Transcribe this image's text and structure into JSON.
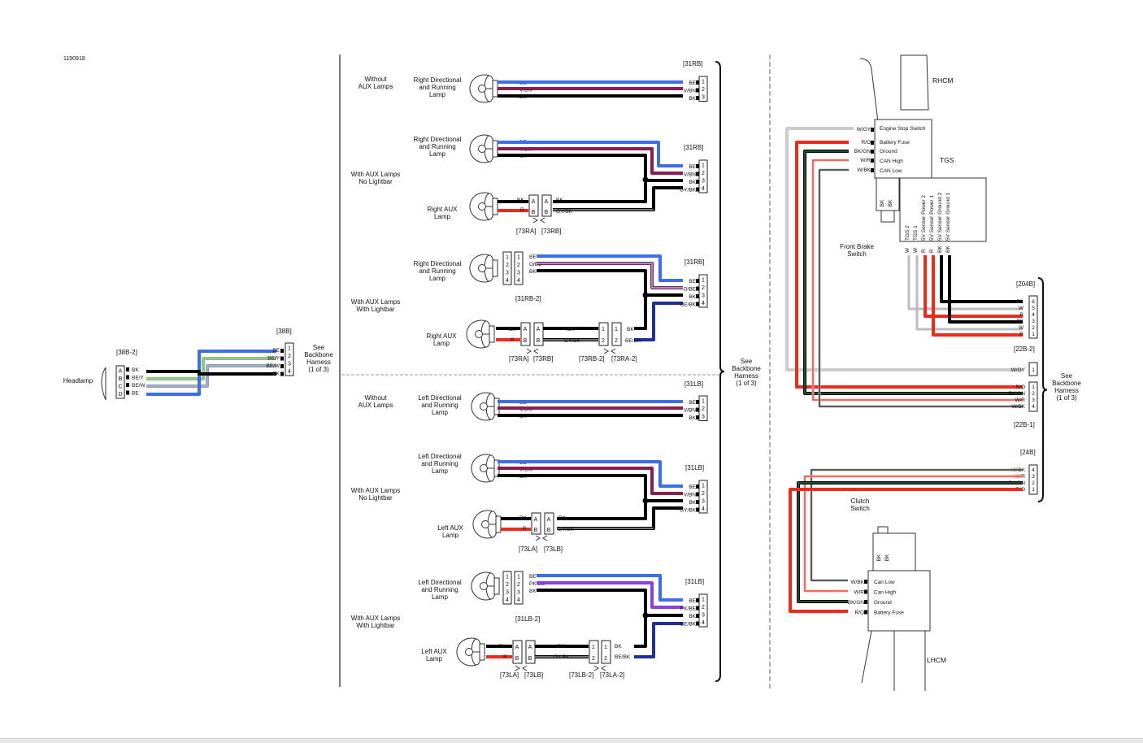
{
  "doc_id": "1190918",
  "left": {
    "headlamp_label": "Headlamp",
    "conn_38b2": "[38B-2]",
    "conn_38b": "[38B]",
    "pins_abcd": [
      "A",
      "B",
      "C",
      "D"
    ],
    "pins_1234": [
      "1",
      "2",
      "3",
      "4"
    ],
    "wires_left": [
      "BK",
      "BE/Y",
      "BE/W",
      "BE"
    ],
    "wires_right": [
      "BE",
      "BE/Y",
      "BE/W",
      "BK"
    ],
    "see_lines": [
      "See",
      "Backbone",
      "Harness",
      "(1 of 3)"
    ]
  },
  "middle": {
    "without_aux": [
      "Without",
      "AUX Lamps"
    ],
    "aux_no_lightbar": [
      "With AUX Lamps",
      "No Lightbar"
    ],
    "aux_with_lightbar": [
      "With AUX Lamps",
      "With Lightbar"
    ],
    "right_dir": [
      "Right Directional",
      "and Running",
      "Lamp"
    ],
    "left_dir": [
      "Left Directional",
      "and Running",
      "Lamp"
    ],
    "right_aux": [
      "Right AUX",
      "Lamp"
    ],
    "left_aux": [
      "Left AUX",
      "Lamp"
    ],
    "c31rb": "[31RB]",
    "c31lb": "[31LB]",
    "c31rb2": "[31RB-2]",
    "c31lb2": "[31LB-2]",
    "c73ra": "[73RA]",
    "c73rb": "[73RB]",
    "c73ra2": "[73RA-2]",
    "c73rb2": "[73RB-2]",
    "c73la": "[73LA]",
    "c73lb": "[73LB]",
    "c73la2": "[73LA-2]",
    "c73lb2": "[73LB-2]",
    "w_be": "BE",
    "w_vbn": "V/BN",
    "w_bk": "BK",
    "w_r": "R",
    "w_gybk": "GY/BK",
    "w_obe": "O/BE",
    "w_bebk": "BE/BK",
    "w_pkbe": "PK/BE",
    "pin_a": "A",
    "pin_b": "B",
    "pins_1234": [
      "1",
      "2",
      "3",
      "4"
    ],
    "pins_12": [
      "1",
      "2"
    ],
    "see_lines": [
      "See",
      "Backbone",
      "Harness",
      "(1 of 3)"
    ]
  },
  "right": {
    "rhcm": "RHCM",
    "lhcm": "LHCM",
    "tgs": "TGS",
    "front_brake": [
      "Front Brake",
      "Switch"
    ],
    "clutch": [
      "Clutch",
      "Switch"
    ],
    "top_funcs": [
      "Engine Stop Switch",
      "Battery Fuse",
      "Ground",
      "CAN High",
      "CAN Low"
    ],
    "top_wires": [
      "W/GY",
      "R/O",
      "BK/GN",
      "W/R",
      "W/BK"
    ],
    "bk": "BK",
    "tgs_pins": [
      "TGS 2",
      "TGS 1",
      "5V Sensor Power 2",
      "5V Sensor Power 1",
      "5V Sensor Ground 2",
      "5V Sensor Ground 1"
    ],
    "tgs_colors": [
      "W",
      "W",
      "R",
      "R",
      "BK",
      "BK"
    ],
    "c204b": "[204B]",
    "c204b_wires": [
      "BK",
      "W",
      "R",
      "BK",
      "W",
      "R"
    ],
    "c204b_pins": [
      "6",
      "5",
      "4",
      "3",
      "2",
      "1"
    ],
    "c22b2": "[22B-2]",
    "c22b2_wire": "W/GY",
    "c22b2_pin": "1",
    "c22b1": "[22B-1]",
    "c22b1_wires": [
      "R/O",
      "BK/GN",
      "W/R",
      "W/BK"
    ],
    "c24b": "[24B]",
    "c24b_wires": [
      "W/BK",
      "W/R",
      "BK/GN",
      "R/O"
    ],
    "pins_1234": [
      "1",
      "2",
      "3",
      "4"
    ],
    "pins_4321": [
      "4",
      "3",
      "2",
      "1"
    ],
    "bot_funcs": [
      "Can Low",
      "Can High",
      "Ground",
      "Battery Fuse"
    ],
    "bot_wires": [
      "W/BK",
      "W/R",
      "BK/GN",
      "R/O"
    ],
    "see_lines": [
      "See",
      "Backbone",
      "Harness",
      "(1 of 3)"
    ]
  },
  "colors": {
    "blue": "#3a6fe8",
    "black": "#000000",
    "red": "#ee2a1a",
    "maroon": "#8a1e52",
    "purple": "#8a3fe0",
    "navy": "#1f2f9a",
    "green": "#1f6b3a",
    "lightgreen": "#8cc84b",
    "gray": "#9a9a9a",
    "lightblue": "#9ab8f0"
  }
}
